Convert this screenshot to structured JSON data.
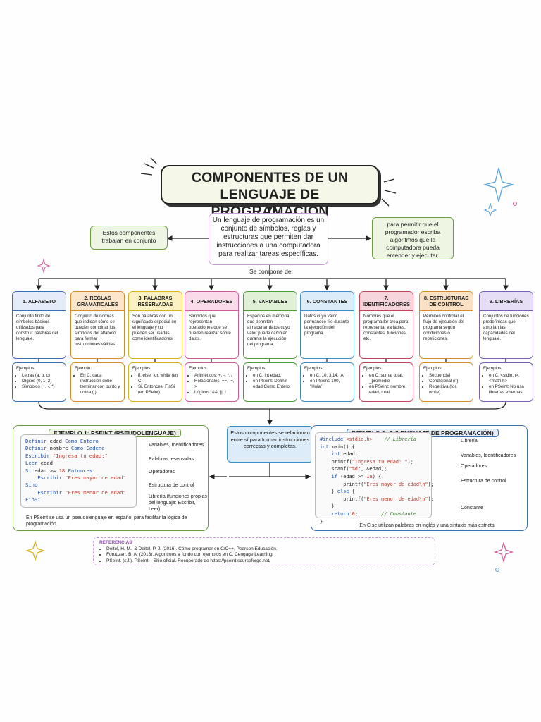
{
  "title": {
    "line1": "COMPONENTES DE UN",
    "line2": "LENGUAJE DE PROGRAMACIÓN"
  },
  "definition": "Un lenguaje de programación es un conjunto de símbolos, reglas y estructuras que permiten dar instrucciones a una computadora para realizar tareas específicas.",
  "left_note": "Estos componentes trabajan en conjunto",
  "right_note": "para permitir que el programador escriba algoritmos que la computadora pueda entender y ejecutar.",
  "se_compone": "Se compone de:",
  "categories": [
    {
      "title": "1. ALFABETO",
      "desc": "Conjunto finito de símbolos básicos utilizados para construir palabras del lenguaje.",
      "ex_label": "Ejemplos:",
      "examples": [
        "Letras (a, b, c)",
        "Dígitos (0, 1, 2)",
        "Símbolos (+, -, *)"
      ],
      "color": "#3b6fb6",
      "bg": "#e3ecf8"
    },
    {
      "title": "2. REGLAS GRAMATICALES",
      "desc": "Conjunto de normas que indican cómo se pueden combinar los símbolos del alfabeto para formar instrucciones válidas.",
      "ex_label": "Ejemplo:",
      "examples": [
        "En C, cada instrucción debe terminar con punto y coma (;)."
      ],
      "color": "#d98a2b",
      "bg": "#fbe6cc"
    },
    {
      "title": "3. PALABRAS RESERVADAS",
      "desc": "Son palabras con un significado especial en el lenguaje y no pueden ser usadas como identificadores.",
      "ex_label": "Ejemplos:",
      "examples": [
        "if, else, for, while (en C)",
        "Si, Entonces, FinSi (en PSeint)"
      ],
      "color": "#d6b21e",
      "bg": "#fbf1c2"
    },
    {
      "title": "4. OPERADORES",
      "desc": "Símbolos que representan operaciones que se pueden realizar sobre datos.",
      "ex_label": "Ejemplos:",
      "examples": [
        "Aritméticos: +, -, *, /",
        "Relacionales: ==, !=, >",
        "Lógicos: &&, ||, !"
      ],
      "color": "#d25a9a",
      "bg": "#f9dcea"
    },
    {
      "title": "5. VARIABLES",
      "desc": "Espacios en memoria que permiten almacenar datos cuyo valor puede cambiar durante la ejecución del programa.",
      "ex_label": "Ejemplos:",
      "examples": [
        "en C: int edad;",
        "en PSeint: Definir edad Como Entero"
      ],
      "color": "#4f9a3a",
      "bg": "#e0f0d6"
    },
    {
      "title": "6. CONSTANTES",
      "desc": "Datos cuyo valor permanece fijo durante la ejecución del programa.",
      "ex_label": "Ejemplos:",
      "examples": [
        "en C: 10, 3.14, 'A'",
        "en PSeint: 100, \"Hola\""
      ],
      "color": "#3b8fc7",
      "bg": "#dcecf8"
    },
    {
      "title": "7. IDENTIFICADORES",
      "desc": "Nombres que el programador crea para representar variables, constantes, funciones, etc.",
      "ex_label": "Ejemplos:",
      "examples": [
        "en C: suma, total, _promedio",
        "en PSeint: nombre, edad, total"
      ],
      "color": "#c0445a",
      "bg": "#f6d6dc"
    },
    {
      "title": "8. ESTRUCTURAS DE CONTROL",
      "desc": "Permiten controlar el flujo de ejecución del programa según condiciones o repeticiones.",
      "ex_label": "Ejemplos:",
      "examples": [
        "Secuencial",
        "Condicional (if)",
        "Repetitiva (for, while)"
      ],
      "color": "#d98a2b",
      "bg": "#fbe1c4"
    },
    {
      "title": "9. LIBRERÍAS",
      "desc": "Conjuntos de funciones predefinidas que amplían las capacidades del lenguaje.",
      "ex_label": "Ejemplos:",
      "examples": [
        "en C: <stdio.h>, <math.h>",
        "en PSeint: No usa librerías externas"
      ],
      "color": "#7a5fb8",
      "bg": "#e6def5"
    }
  ],
  "center_note": "Estos componentes se relacionan entre sí para formar instrucciones correctas y completas.",
  "example1": {
    "title": "EJEMPLO 1: PSEINT (PSEUDOLENGUAJE)",
    "labels": [
      "Variables, Identificadores",
      "Palabras reservadas",
      "Operadores",
      "Estructura de control",
      "Librería (funciones propias del lenguaje: Escribir, Leer)"
    ],
    "footer": "En PSeint se usa un pseudolenguaje en español para facilitar la lógica de programación."
  },
  "example2": {
    "title": "EJEMPLO 2: C (LENGUAJE DE PROGRAMACIÓN)",
    "labels": [
      "Librería",
      "Variables, Identificadores",
      "Operadores",
      "Estructura de control",
      "Constante"
    ],
    "footer": "En C se utilizan palabras en inglés y una sintaxis más estricta."
  },
  "references": {
    "heading": "REFERENCIAS",
    "items": [
      "Deitel, H. M., & Deitel, P. J. (2016). Cómo programar en C/C++. Pearson Educación.",
      "Forouzan, B. A. (2013). Algoritmos a fondo con ejemplos en C. Cengage Learning.",
      "PSeInt. (s.f.). PSeInt – Sitio oficial. Recuperado de https://pseint.sourceforge.net/"
    ]
  }
}
